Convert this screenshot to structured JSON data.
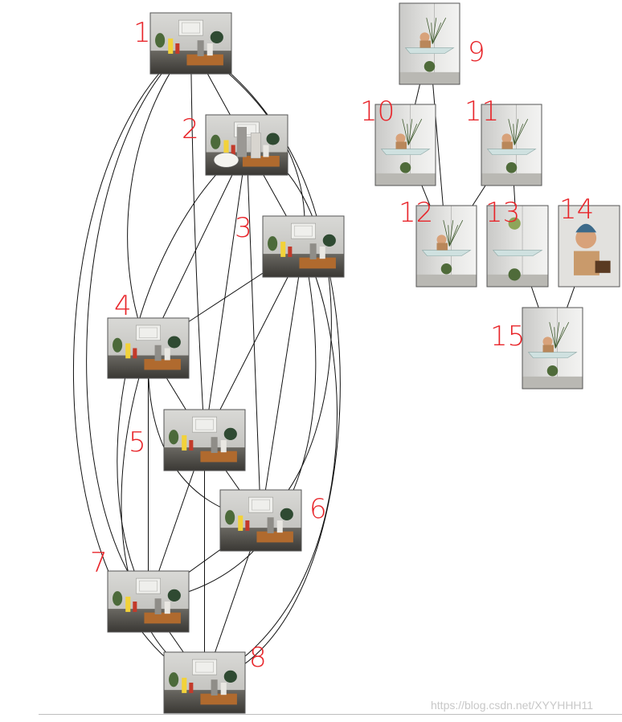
{
  "graph_a": {
    "nodes": [
      {
        "id": 1,
        "label": "1",
        "kind": "tea-table"
      },
      {
        "id": 2,
        "label": "2",
        "kind": "tea-closeup"
      },
      {
        "id": 3,
        "label": "3",
        "kind": "tea-table"
      },
      {
        "id": 4,
        "label": "4",
        "kind": "tea-table"
      },
      {
        "id": 5,
        "label": "5",
        "kind": "tea-table"
      },
      {
        "id": 6,
        "label": "6",
        "kind": "tea-table"
      },
      {
        "id": 7,
        "label": "7",
        "kind": "tea-table"
      },
      {
        "id": 8,
        "label": "8",
        "kind": "tea-table"
      }
    ],
    "edges": [
      [
        1,
        2
      ],
      [
        1,
        3
      ],
      [
        1,
        4
      ],
      [
        1,
        5
      ],
      [
        1,
        6
      ],
      [
        1,
        7
      ],
      [
        1,
        8
      ],
      [
        2,
        3
      ],
      [
        2,
        4
      ],
      [
        2,
        5
      ],
      [
        2,
        6
      ],
      [
        2,
        7
      ],
      [
        2,
        8
      ],
      [
        3,
        4
      ],
      [
        3,
        5
      ],
      [
        3,
        6
      ],
      [
        3,
        7
      ],
      [
        3,
        8
      ],
      [
        4,
        5
      ],
      [
        4,
        6
      ],
      [
        4,
        7
      ],
      [
        4,
        8
      ],
      [
        5,
        6
      ],
      [
        5,
        7
      ],
      [
        5,
        8
      ],
      [
        6,
        7
      ],
      [
        6,
        8
      ],
      [
        7,
        8
      ]
    ]
  },
  "graph_b": {
    "nodes": [
      {
        "id": 9,
        "label": "9",
        "kind": "shelf-figurine"
      },
      {
        "id": 10,
        "label": "10",
        "kind": "shelf-figurine"
      },
      {
        "id": 11,
        "label": "11",
        "kind": "shelf-figurine"
      },
      {
        "id": 12,
        "label": "12",
        "kind": "shelf-figurine"
      },
      {
        "id": 13,
        "label": "13",
        "kind": "shelf-plant"
      },
      {
        "id": 14,
        "label": "14",
        "kind": "figurine-closeup"
      },
      {
        "id": 15,
        "label": "15",
        "kind": "shelf-figurine"
      }
    ],
    "edges": [
      [
        9,
        10
      ],
      [
        9,
        12
      ],
      [
        10,
        12
      ],
      [
        11,
        12
      ],
      [
        11,
        13
      ],
      [
        13,
        15
      ],
      [
        14,
        15
      ]
    ]
  },
  "watermark": "https://blog.csdn.net/XYYHHH11"
}
